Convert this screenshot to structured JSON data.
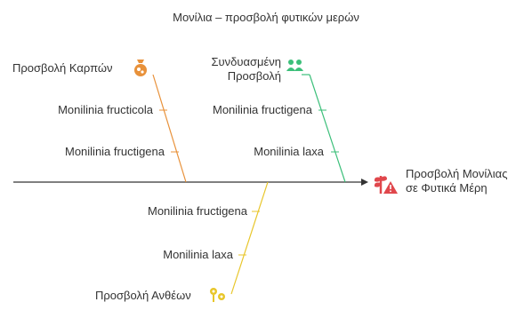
{
  "title": "Μονίλια – προσβολή φυτικών μερών",
  "effect": {
    "line1": "Προσβολή Μονίλιας",
    "line2": "σε Φυτικά Μέρη",
    "color": "#e0474c"
  },
  "branches": {
    "fruit": {
      "title": "Προσβολή Καρπών",
      "color": "#e8913a",
      "icon": "fruit-bag-icon",
      "causes": [
        "Monilinia fructicola",
        "Monilinia fructigena"
      ]
    },
    "combined": {
      "title_line1": "Συνδυασμένη",
      "title_line2": "Προσβολή",
      "color": "#3cbf7a",
      "icon": "people-group-icon",
      "causes": [
        "Monilinia fructigena",
        "Monilinia laxa"
      ]
    },
    "flowers": {
      "title": "Προσβολή Ανθέων",
      "color": "#e8c62a",
      "icon": "flowers-icon",
      "causes": [
        "Monilinia fructigena",
        "Monilinia laxa"
      ]
    }
  },
  "spine_color": "#333333"
}
